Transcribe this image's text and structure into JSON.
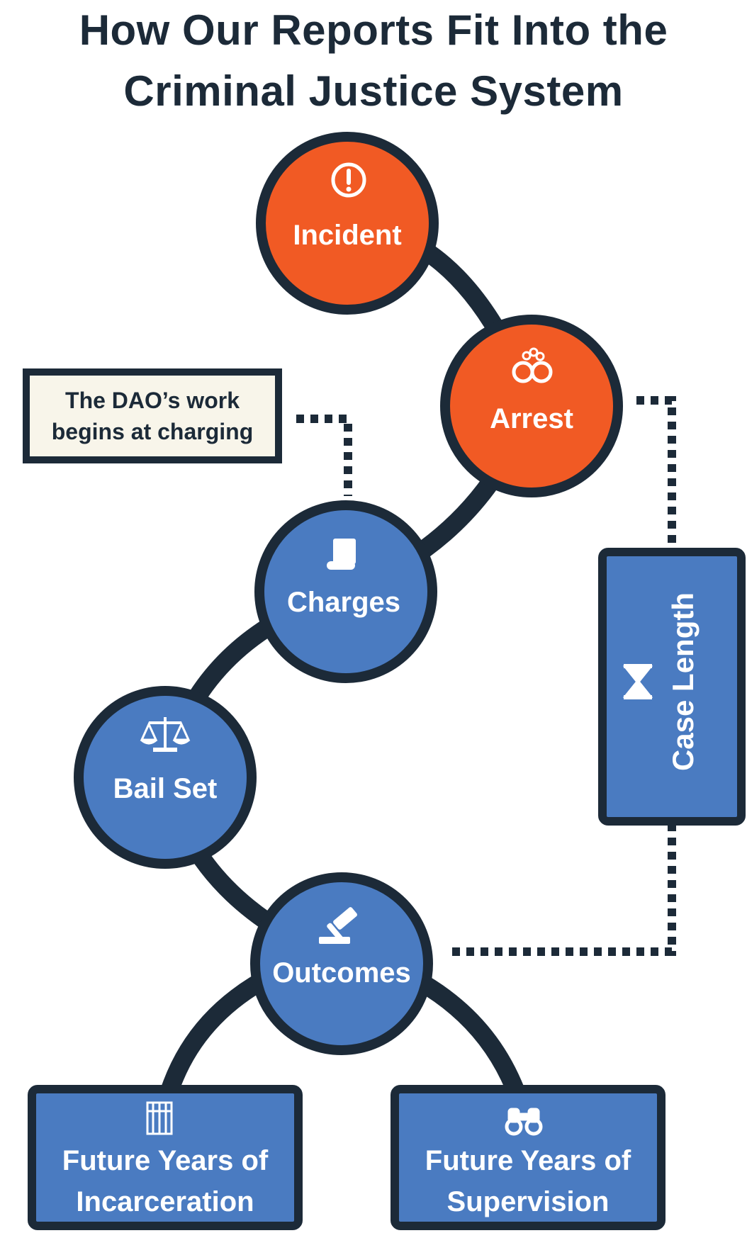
{
  "title": {
    "line1": "How Our Reports Fit Into the",
    "line2": "Criminal Justice System"
  },
  "colors": {
    "dark": "#1c2a38",
    "orange": "#f15a24",
    "blue": "#4a7bc1",
    "note_bg": "#f8f5ea"
  },
  "nodes": [
    {
      "label": "Incident",
      "icon": "exclamation-icon",
      "color": "orange"
    },
    {
      "label": "Arrest",
      "icon": "handcuffs-icon",
      "color": "orange"
    },
    {
      "label": "Charges",
      "icon": "document-scroll-icon",
      "color": "blue"
    },
    {
      "label": "Bail Set",
      "icon": "scales-icon",
      "color": "blue"
    },
    {
      "label": "Outcomes",
      "icon": "gavel-icon",
      "color": "blue"
    }
  ],
  "note": {
    "line1": "The DAO’s work",
    "line2": "begins at charging"
  },
  "case_length": {
    "label": "Case Length",
    "icon": "hourglass-icon"
  },
  "boxes": [
    {
      "line1": "Future Years of",
      "line2": "Incarceration",
      "icon": "jail-bars-icon"
    },
    {
      "line1": "Future Years of",
      "line2": "Supervision",
      "icon": "binoculars-icon"
    }
  ]
}
